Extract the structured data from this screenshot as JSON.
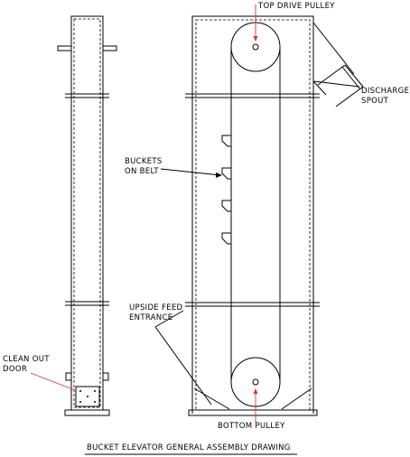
{
  "labels": {
    "top_pulley": "TOP DRIVE PULLEY",
    "discharge_1": "DISCHARGE",
    "discharge_2": "SPOUT",
    "buckets_1": "BUCKETS",
    "buckets_2": "ON BELT",
    "feed_1": "UPSIDE FEED",
    "feed_2": "ENTRANCE",
    "cleanout_1": "CLEAN OUT",
    "cleanout_2": "DOOR",
    "bottom_pulley": "BOTTOM PULLEY",
    "title": "BUCKET ELEVATOR GENERAL ASSEMBLY DRAWING"
  },
  "colors": {
    "line": "#000000",
    "leader": "#d9352f"
  }
}
